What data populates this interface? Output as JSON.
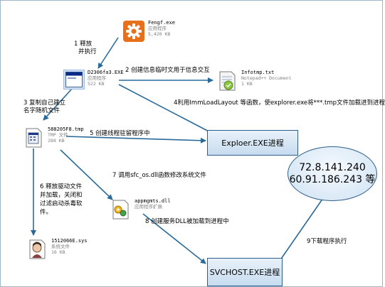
{
  "files": {
    "fengf": {
      "name": "Fengf.exe",
      "type": "应用程序",
      "size": "5,420 KB",
      "icon": "gear-icon",
      "color": "#e8701a"
    },
    "d2306": {
      "name": "D2306fa3.EXE",
      "type": "应用程序",
      "size": "522 KB",
      "icon": "application-window-icon"
    },
    "infotmp": {
      "name": "Infotmp.txt",
      "type": "Notepad++ Document",
      "size": "1 KB",
      "icon": "notepad-icon"
    },
    "tmp588": {
      "name": "588205F8.tmp",
      "type": "TMP 文件",
      "size": "288 KB",
      "icon": "tmp-file-icon"
    },
    "appmgmts": {
      "name": "appmgmts.dll",
      "type": "应用程序扩展",
      "size": "",
      "icon": "dll-file-icon"
    },
    "sys1512": {
      "name": "1512066E.sys",
      "type": "系统文件",
      "size": "16 KB",
      "icon": "sys-file-icon"
    }
  },
  "steps": {
    "s1": [
      "1 释放",
      "并执行"
    ],
    "s2": "2 创建信息临时文用于信息交互",
    "s3": [
      "3 复制自己建立",
      "名字随机文件"
    ],
    "s4": "4利用ImmLoadLayout 等函数，使explorer.exe将***.tmp文件加载进到进程",
    "s5": "5 创建线程驻留程序中",
    "s6": [
      "6 释放驱动文件",
      "并加载，关闭和",
      "过滤启动杀毒软",
      "件。"
    ],
    "s7": "7 调用sfc_os.dll函数修改系统文件",
    "s8": "8 创建服务DLL被加载到进程中",
    "s9": "9下载程序执行"
  },
  "nodes": {
    "explorer": "Exploer.EXE进程",
    "svchost": "SVCHOST.EXE进程",
    "ips": [
      "72.8.141.240",
      "60.91.186.243 等"
    ]
  },
  "colors": {
    "arrow": "#2a6a9a",
    "border": "#2e5f8a"
  }
}
